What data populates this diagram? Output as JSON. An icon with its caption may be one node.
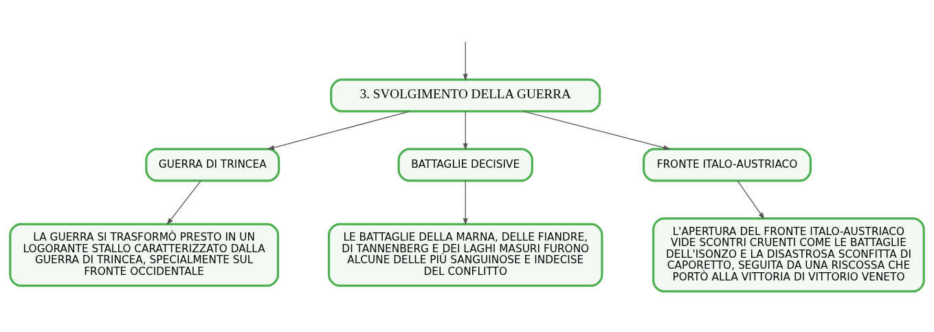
{
  "diagram": {
    "nodes": [
      {
        "text": [
          "3. SVOLGIMENTO DELLA GUERRA"
        ]
      },
      {
        "text": [
          "GUERRA DI TRINCEA"
        ]
      },
      {
        "text": [
          "BATTAGLIE DECISIVE"
        ]
      },
      {
        "text": [
          "FRONTE ITALO-AUSTRIACO"
        ]
      },
      {
        "text": [
          "LA GUERRA SI TRASFORMÒ PRESTO IN UN LOGORANTE STALLO CARATTERIZZATO DALLA GUERRA DI TRINCEA, SPECIALMENTE SUL FRONTE OCCIDENTALE"
        ]
      },
      {
        "text": [
          "LE BATTAGLIE DELLA MARNA, DELLE FIANDRE, DI TANNENBERG E DEI LAGHI MASURI FURONO ALCUNE DELLE PIÙ SANGUINOSE E INDECISE DEL CONFLITTO"
        ]
      },
      {
        "text": [
          "L'APERTURA DEL FRONTE ITALO-AUSTRIACO VIDE SCONTRI CRUENTI COME LE BATTAGLIE DELL'ISONZO E LA DISASTROSA SCONFITTA DI CAPORETTO, SEGUITA DA UNA RISCOSSA CHE PORTÒ ALLA VITTORIA DI VITTORIO VENETO"
        ]
      }
    ],
    "edges": [
      {
        "from": null,
        "to": 0,
        "arrow": "to"
      },
      {
        "from": 0,
        "to": 1,
        "arrow": "to"
      },
      {
        "from": 0,
        "to": 2,
        "arrow": "to"
      },
      {
        "from": 0,
        "to": 3,
        "arrow": "to"
      },
      {
        "from": 1,
        "to": 4,
        "arrow": "to"
      },
      {
        "from": 2,
        "to": 5,
        "arrow": "to"
      },
      {
        "from": 3,
        "to": 6,
        "arrow": "to"
      }
    ]
  }
}
